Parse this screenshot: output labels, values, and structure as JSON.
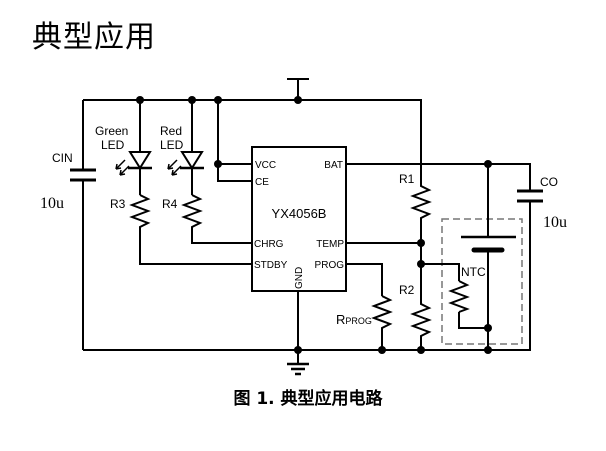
{
  "title": "典型应用",
  "caption": "图 1.  典型应用电路",
  "circuit": {
    "chip": {
      "name": "YX4056B",
      "pins": {
        "vcc": "VCC",
        "ce": "CE",
        "chrg": "CHRG",
        "stdby": "STDBY",
        "bat": "BAT",
        "temp": "TEMP",
        "prog": "PROG",
        "gnd": "GND"
      }
    },
    "components": {
      "cin": {
        "label": "CIN",
        "value": "10u"
      },
      "co": {
        "label": "CO",
        "value": "10u"
      },
      "green_led": {
        "label_line1": "Green",
        "label_line2": "LED"
      },
      "red_led": {
        "label_line1": "Red",
        "label_line2": "LED"
      },
      "r1": "R1",
      "r2": "R2",
      "r3": "R3",
      "r4": "R4",
      "rprog_main": "R",
      "rprog_sub": "PROG",
      "ntc": "NTC"
    }
  }
}
